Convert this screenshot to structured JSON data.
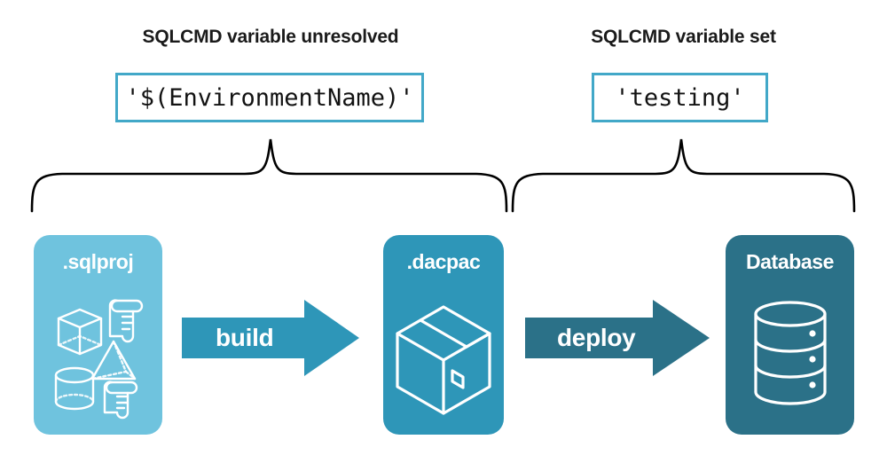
{
  "headings": {
    "left": "SQLCMD variable unresolved",
    "right": "SQLCMD variable set"
  },
  "code_values": {
    "left": "'$(EnvironmentName)'",
    "right": "'testing'"
  },
  "stages": [
    {
      "id": "sqlproj",
      "label": ".sqlproj",
      "color": "#6FC3DE",
      "icon": "sql-project-assets-icon"
    },
    {
      "id": "dacpac",
      "label": ".dacpac",
      "color": "#2E96B8",
      "icon": "package-box-icon"
    },
    {
      "id": "database",
      "label": "Database",
      "color": "#2B7188",
      "icon": "database-cylinder-icon"
    }
  ],
  "arrows": [
    {
      "id": "build",
      "label": "build",
      "color": "#2E96B8"
    },
    {
      "id": "deploy",
      "label": "deploy",
      "color": "#2B7188"
    }
  ],
  "colors": {
    "code_box_border": "#42A8C8",
    "brace_stroke": "#000000",
    "heading_text": "#1a1a1a",
    "background": "#ffffff"
  },
  "braces": {
    "left_span_label": "spans .sqlproj through .dacpac",
    "right_span_label": "spans .dacpac through Database"
  }
}
